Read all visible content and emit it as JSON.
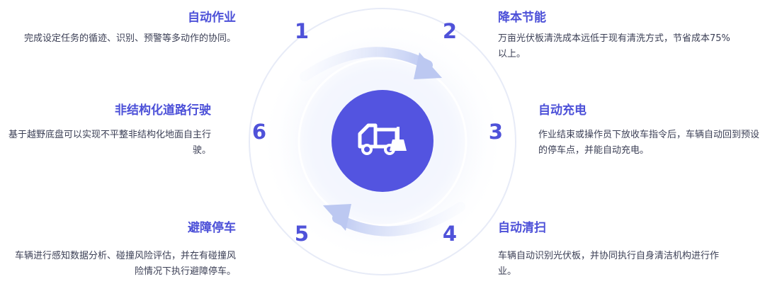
{
  "center": {
    "icon": "sweeper-truck-icon"
  },
  "colors": {
    "accent": "#4f52d9",
    "ring": "#e8ecf8",
    "arrow": "#c9d3f4",
    "text": "#3b3f55"
  },
  "steps": [
    {
      "num": "1",
      "title": "自动作业",
      "desc": "完成设定任务的循迹、识别、预警等多动作的协同。"
    },
    {
      "num": "2",
      "title": "降本节能",
      "desc": "万亩光伏板清洗成本远低于现有清洗方式，节省成本75%以上。"
    },
    {
      "num": "3",
      "title": "自动充电",
      "desc": "作业结束或操作员下放收车指令后，车辆自动回到预设的停车点，并能自动充电。"
    },
    {
      "num": "4",
      "title": "自动清扫",
      "desc": "车辆自动识别光伏板，并协同执行自身清洁机构进行作业。"
    },
    {
      "num": "5",
      "title": "避障停车",
      "desc": "车辆进行感知数据分析、碰撞风险评估，并在有碰撞风险情况下执行避障停车。"
    },
    {
      "num": "6",
      "title": "非结构化道路行驶",
      "desc": "基于越野底盘可以实现不平整非结构化地面自主行驶。"
    }
  ]
}
